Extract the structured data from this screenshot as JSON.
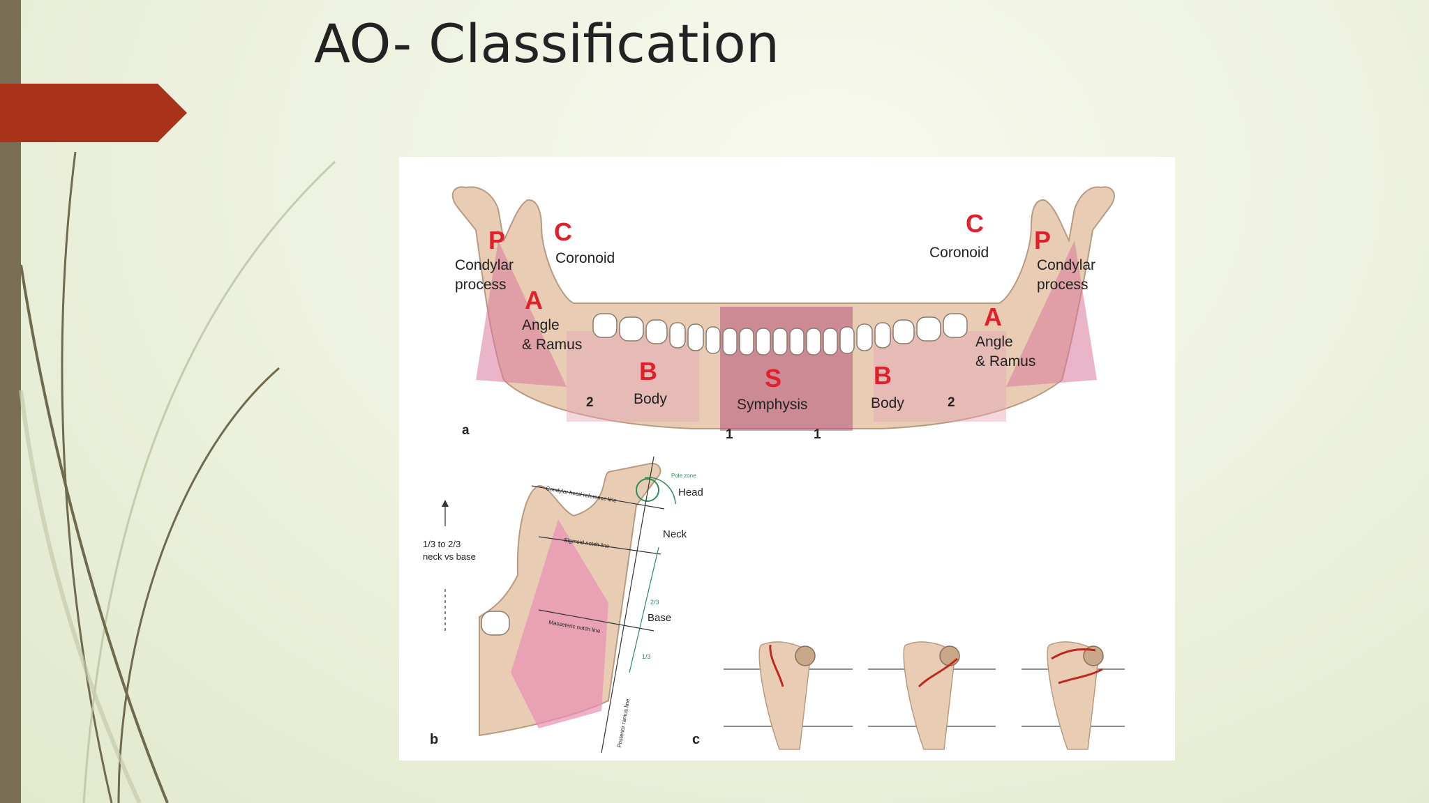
{
  "slide": {
    "title": "AO- Classification"
  },
  "figure": {
    "panel_a": {
      "letter": "a",
      "regions": [
        {
          "code": "P",
          "name": "Condylar",
          "name2": "process",
          "side": "right"
        },
        {
          "code": "C",
          "name": "Coronoid",
          "side": "right"
        },
        {
          "code": "A",
          "name": "Angle",
          "name2": "& Ramus",
          "side": "right"
        },
        {
          "code": "B",
          "name": "Body",
          "side": "right"
        },
        {
          "code": "S",
          "name": "Symphysis",
          "side": "center"
        },
        {
          "code": "B",
          "name": "Body",
          "side": "left"
        },
        {
          "code": "C",
          "name": "Coronoid",
          "side": "left"
        },
        {
          "code": "P",
          "name": "Condylar",
          "name2": "process",
          "side": "left"
        },
        {
          "code": "A",
          "name": "Angle",
          "name2": "& Ramus",
          "side": "left"
        }
      ],
      "numbers": {
        "n2_left": "2",
        "n2_right": "2",
        "n1_left": "1",
        "n1_right": "1"
      }
    },
    "panel_b": {
      "letter": "b",
      "side_note_1": "1/3 to 2/3",
      "side_note_2": "neck vs base",
      "head": "Head",
      "neck": "Neck",
      "base": "Base",
      "pole_zone": "Pole zone",
      "line_condylar": "Condylar head reference line",
      "line_sigmoid": "Sigmoid notch line",
      "line_masseteric": "Masseteric notch line",
      "line_posterior": "Posterior ramus line",
      "frac_23": "2/3",
      "frac_13": "1/3"
    },
    "panel_c": {
      "letter": "c"
    }
  },
  "colors": {
    "accent_arrow": "#a8321a",
    "left_bar": "#7a6f55",
    "region_label": "#e0202a",
    "bone": "#e8cdb4",
    "pink_zone": "#d9789a",
    "fracture_line": "#c0281e"
  }
}
